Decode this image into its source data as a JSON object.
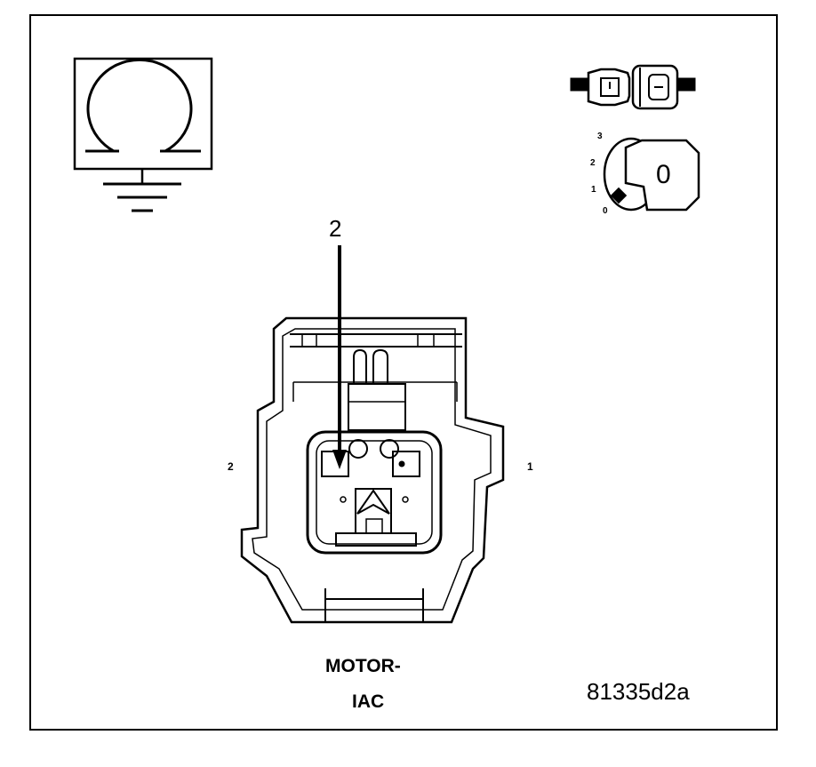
{
  "callout": {
    "pin_label": "2"
  },
  "connector": {
    "left_cavity_number": "2",
    "right_cavity_number": "1",
    "name_line1": "MOTOR-",
    "name_line2": "IAC"
  },
  "figure": {
    "reference_code": "81335d2a"
  },
  "ignition_key": {
    "positions": [
      "3",
      "2",
      "1",
      "0"
    ],
    "key_letter": "0"
  },
  "icons": {
    "ohmmeter_ground": "ohm-to-ground-icon",
    "disconnect": "connector-disconnect-icon",
    "ignition": "ignition-key-off-icon"
  }
}
